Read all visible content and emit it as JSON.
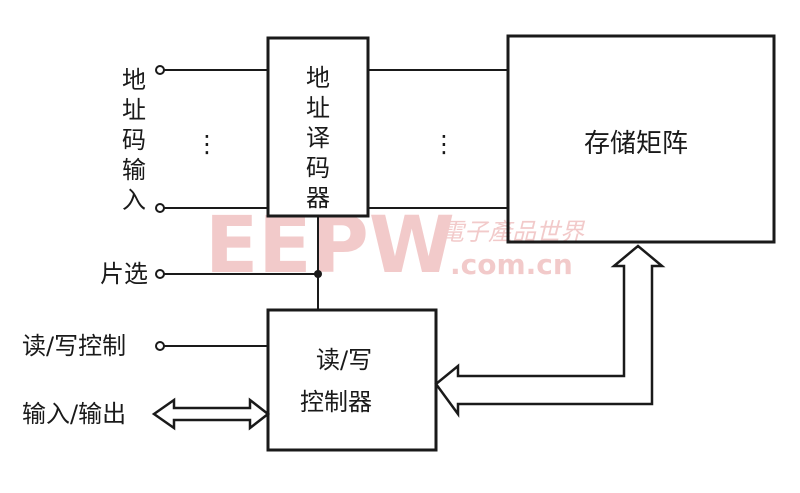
{
  "address_input_label": [
    "地",
    "址",
    "码",
    "输",
    "入"
  ],
  "decoder_label": [
    "地",
    "址",
    "译",
    "码",
    "器"
  ],
  "memory_array_label": "存储矩阵",
  "chip_select_label": "片选",
  "read_write_control_label": "读/写控制",
  "io_label": "输入/输出",
  "rw_controller_label": [
    "读/写",
    "控制器"
  ],
  "ellipsis": "⋮",
  "watermark": {
    "logo": "EEPW",
    "tagline": "電子產品世界",
    "url": ".com.cn",
    "color": "#e8a0a0"
  }
}
